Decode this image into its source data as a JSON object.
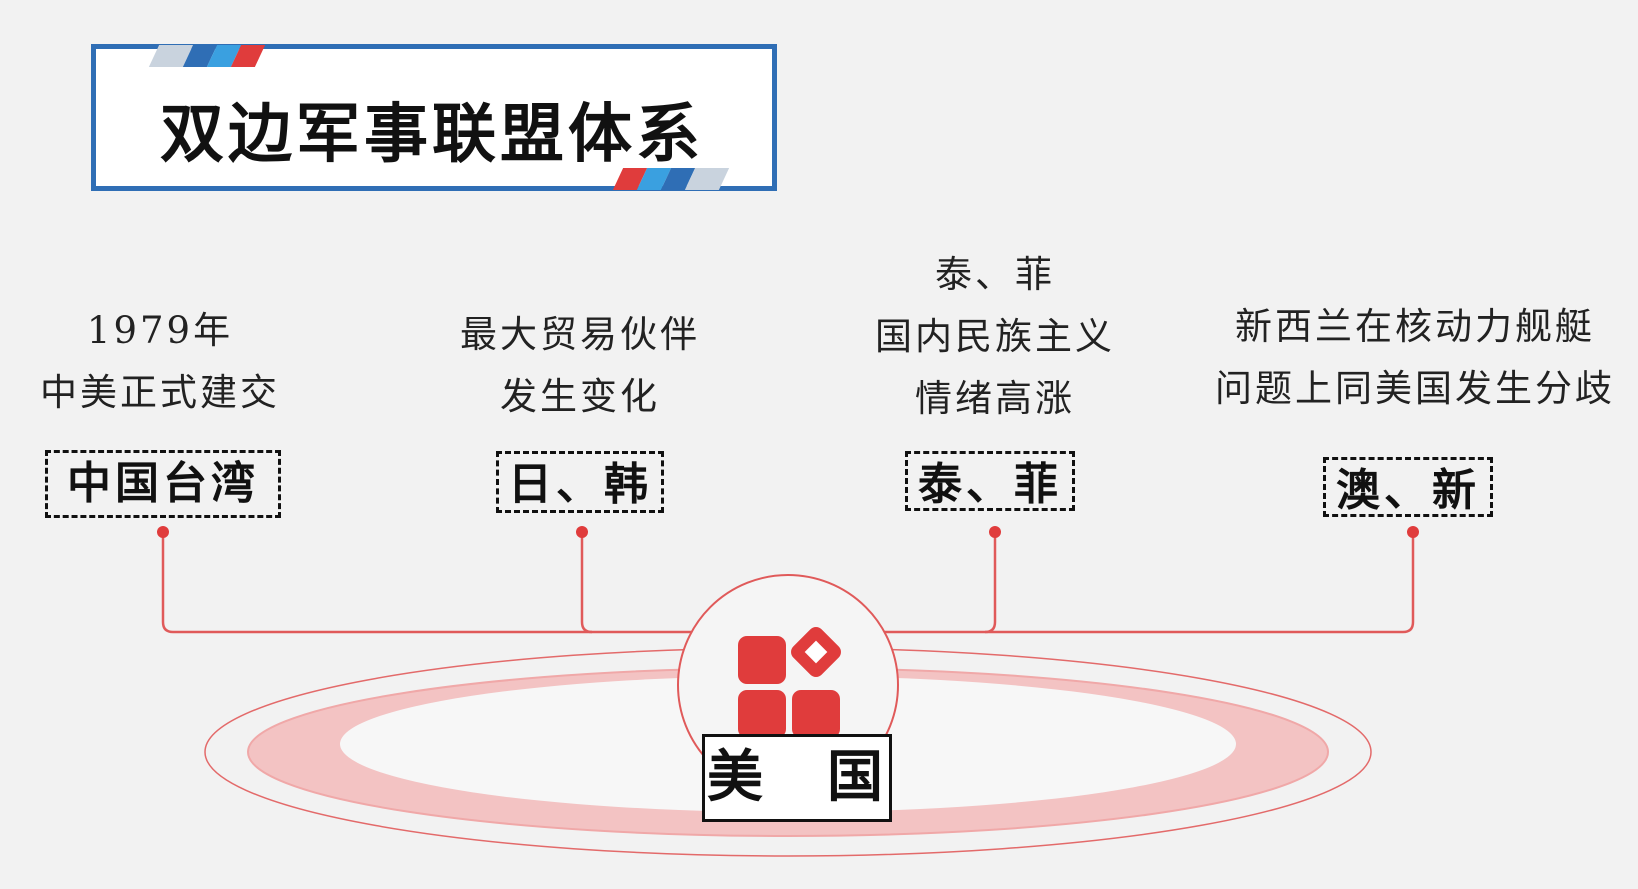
{
  "title": "双边军事联盟体系",
  "center": {
    "label": "美　国"
  },
  "nodes": [
    {
      "desc": [
        "1979年",
        "中美正式建交"
      ],
      "label": "中国台湾"
    },
    {
      "desc": [
        "最大贸易伙伴",
        "发生变化"
      ],
      "label": "日、韩"
    },
    {
      "desc": [
        "泰、菲",
        "国内民族主义",
        "情绪高涨"
      ],
      "label": "泰、菲"
    },
    {
      "desc": [
        "新西兰在核动力舰艇",
        "问题上同美国发生分歧"
      ],
      "label": "澳、新"
    }
  ],
  "colors": {
    "accent_red": "#e03c3c",
    "banner_blue": "#2f6eb5",
    "background": "#f2f2f2"
  },
  "icons": {
    "center_icon": "apps-grid-icon"
  }
}
